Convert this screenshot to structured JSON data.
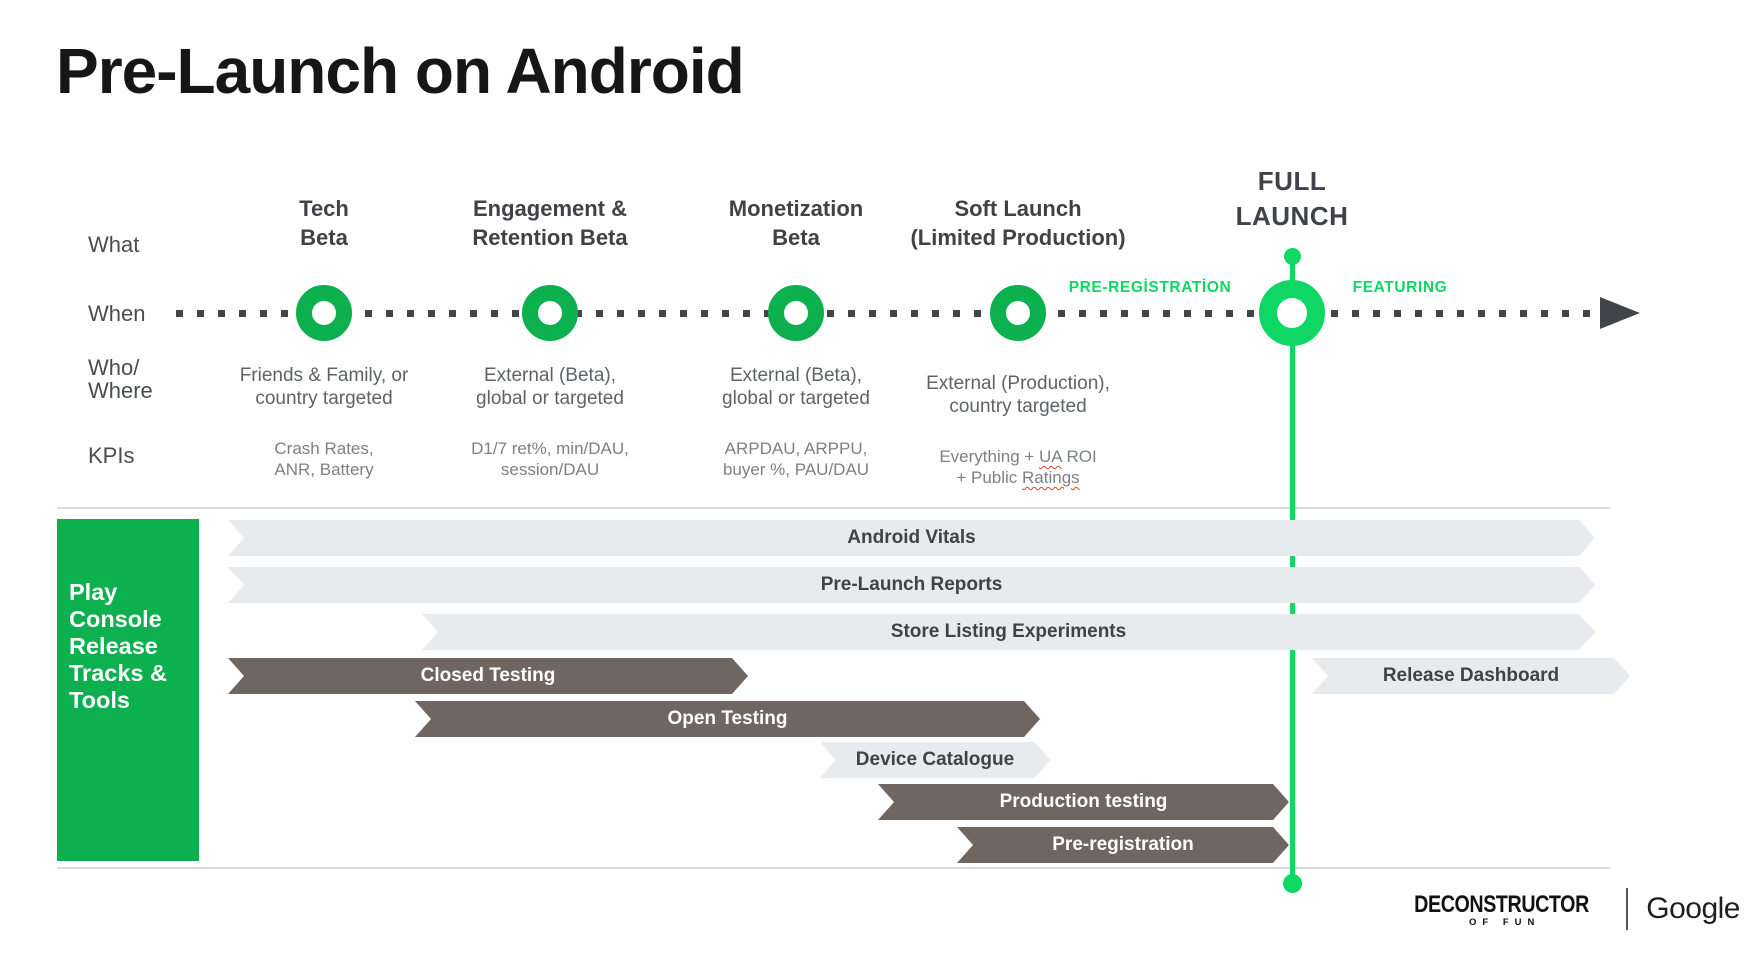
{
  "title": "Pre-Launch on Android",
  "row_labels": {
    "what": "What",
    "when": "When",
    "who_where": "Who/\nWhere",
    "kpis": "KPIs"
  },
  "phases": [
    {
      "title": "Tech\nBeta",
      "who": "Friends & Family, or\ncountry targeted",
      "kpis": "Crash Rates,\nANR, Battery"
    },
    {
      "title": "Engagement &\nRetention Beta",
      "who": "External (Beta),\nglobal or targeted",
      "kpis": "D1/7 ret%, min/DAU,\nsession/DAU"
    },
    {
      "title": "Monetization\nBeta",
      "who": "External (Beta),\nglobal or targeted",
      "kpis": "ARPDAU, ARPPU,\nbuyer %, PAU/DAU"
    },
    {
      "title": "Soft Launch\n(Limited Production)",
      "who": "External (Production),\ncountry targeted",
      "kpis_line1_a": "Everything + ",
      "kpis_line1_b": "UA",
      "kpis_line1_c": " ROI",
      "kpis_line2_a": "+  Public ",
      "kpis_line2_b": "Ratings"
    }
  ],
  "full_launch": {
    "title": "FULL\nLAUNCH"
  },
  "timeline_labels": {
    "pre_registration": "PRE-REGİSTRATİON",
    "featuring": "FEATURING"
  },
  "sidebar": {
    "label": "Play\nConsole\nRelease\nTracks &\nTools"
  },
  "tracks": [
    {
      "label": "Android Vitals",
      "shade": "light"
    },
    {
      "label": "Pre-Launch Reports",
      "shade": "light"
    },
    {
      "label": "Store Listing Experiments",
      "shade": "light"
    },
    {
      "label": "Closed Testing",
      "shade": "dark"
    },
    {
      "label": "Open Testing",
      "shade": "dark"
    },
    {
      "label": "Device Catalogue",
      "shade": "light"
    },
    {
      "label": "Production testing",
      "shade": "dark"
    },
    {
      "label": "Pre-registration",
      "shade": "dark"
    },
    {
      "label": "Release Dashboard",
      "shade": "light"
    }
  ],
  "footer": {
    "brand1": "DECONSTRUCTOR",
    "brand1_sub": "OF FUN",
    "brand2": "Google"
  },
  "colors": {
    "green_primary": "#0db04f",
    "green_bright": "#0ed763",
    "bar_light": "#e8ebed",
    "bar_dark": "#6f6661",
    "text_dark": "#3f4347",
    "text_gray": "#5f6368",
    "text_kpi": "#7d8084",
    "timeline_dot": "#3f4549",
    "squiggle_red": "#e0402f"
  }
}
